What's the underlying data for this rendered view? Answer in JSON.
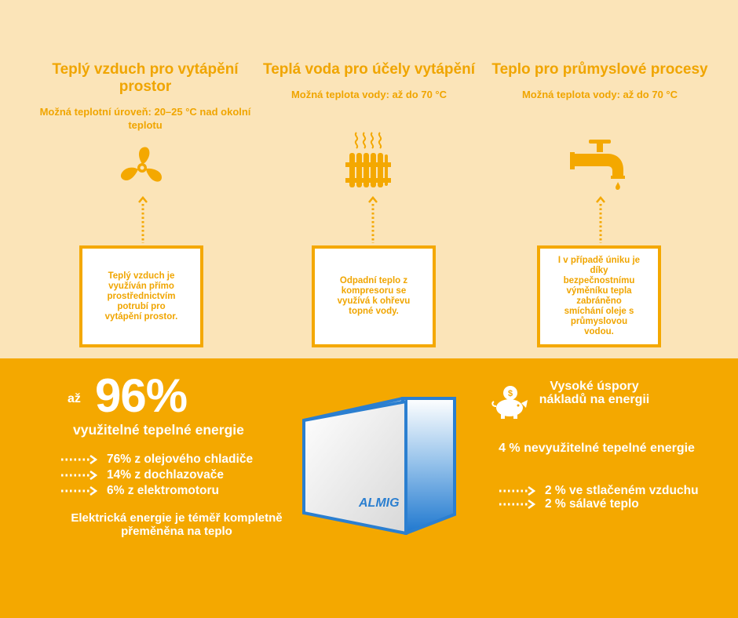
{
  "columns": [
    {
      "title": "Teplý vzduch pro vytápění prostor",
      "subtitle": "Možná teplotní úroveň: 20–25 °C nad okolní teplotu",
      "icon": "fan-icon",
      "box_text": "Teplý vzduch je využíván přímo prostřednictvím potrubí pro vytápění prostor."
    },
    {
      "title": "Teplá voda pro účely vytápění",
      "subtitle": "Možná teplota vody: až do 70 °C",
      "icon": "radiator-icon",
      "box_text": "Odpadní teplo z kompresoru se využívá k ohřevu topné vody."
    },
    {
      "title": "Teplo pro průmyslové procesy",
      "subtitle": "Možná teplota vody: až do 70 °C",
      "icon": "faucet-icon",
      "box_text": "I v případě úniku je díky bezpečnostnímu výměníku tepla zabráněno smíchání oleje s průmyslovou vodou."
    }
  ],
  "left": {
    "prefix": "až",
    "percent": "96%",
    "usable": "využitelné tepelné energie",
    "items": [
      "76% z olejového chladiče",
      "14% z dochlazovače",
      "6% z elektromotoru"
    ],
    "electric_note": "Elektrická energie je téměř kompletně přeměněna na teplo"
  },
  "center": {
    "brand": "ALMIG"
  },
  "right": {
    "savings": "Vysoké úspory nákladů na energii",
    "unused": "4 % nevyužitelné tepelné energie",
    "items": [
      "2 % ve stlačeném vzduchu",
      "2 % sálavé teplo"
    ]
  },
  "colors": {
    "orange": "#f4a800",
    "cream": "#fbe4b8",
    "blue": "#2b7fd0"
  }
}
